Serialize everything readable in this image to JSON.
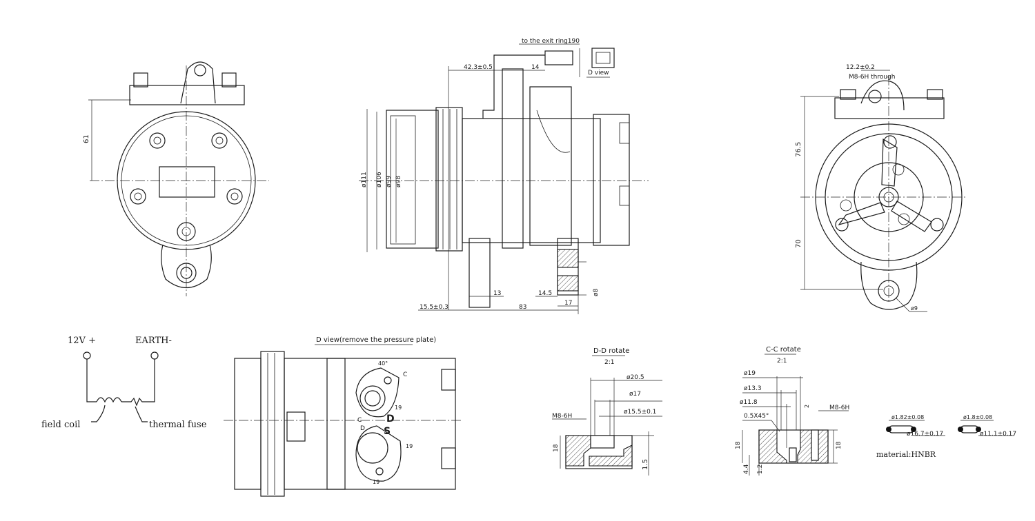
{
  "wiring": {
    "plus_label": "12V +",
    "earth_label": "EARTH-",
    "field_coil": "field coil",
    "thermal_fuse": "thermal fuse"
  },
  "front_view": {
    "dim_61": "61"
  },
  "side_view": {
    "exit_ring": "to the exit ring190",
    "d_view": "D view",
    "dim_423": "42.3±0.5",
    "dim_14": "14",
    "dia_111": "ø111",
    "dia_106": "ø106",
    "dia_99": "ø99",
    "dia_98": "ø98",
    "dim_13": "13",
    "dim_145": "14.5",
    "dim_17": "17",
    "dim_155": "15.5±0.3",
    "dim_83": "83",
    "dia_8": "ø8"
  },
  "right_view": {
    "dim_122": "12.2±0.2",
    "m8_through": "M8-6H through",
    "dim_765": "76.5",
    "dim_70": "70",
    "dia_9": "ø9"
  },
  "d_view_bottom": {
    "title": "D view(remove the pressure plate)",
    "angle_40": "40°",
    "c1": "C",
    "c2": "C",
    "s": "S",
    "d1": "D",
    "d2": "D",
    "dim_19a": "19",
    "dim_19b": "19",
    "dim_19c": "19"
  },
  "dd_section": {
    "title": "D-D rotate",
    "scale": "2:1",
    "d205": "ø20.5",
    "d17": "ø17",
    "d155": "ø15.5±0.1",
    "m8": "M8-6H",
    "h18": "18",
    "h15": "1.5"
  },
  "cc_section": {
    "title": "C-C rotate",
    "scale": "2:1",
    "d19": "ø19",
    "d133": "ø13.3",
    "d118": "ø11.8",
    "chamfer": "0.5X45°",
    "m8": "M8-6H",
    "h18a": "18",
    "h18b": "18",
    "h44": "4.4",
    "h12": "1.2",
    "d2": "2"
  },
  "orings": {
    "o1_cs": "ø1.82±0.08",
    "o1_id": "ø16.7±0.17",
    "o2_cs": "ø1.8±0.08",
    "o2_id": "ø11.1±0.17",
    "material": "material:HNBR"
  }
}
